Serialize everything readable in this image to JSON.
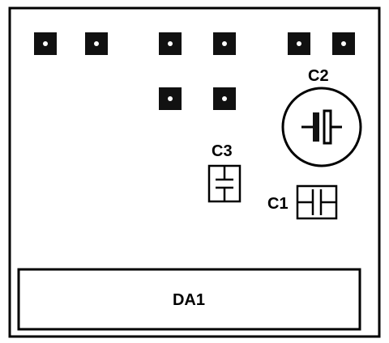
{
  "board": {
    "outline_color": "#000000",
    "background": "#ffffff"
  },
  "components": {
    "c1_label": "C1",
    "c2_label": "C2",
    "c3_label": "C3",
    "da1_label": "DA1"
  },
  "pads": {
    "count": 8,
    "fill": "#111111",
    "hole": "#ffffff"
  }
}
